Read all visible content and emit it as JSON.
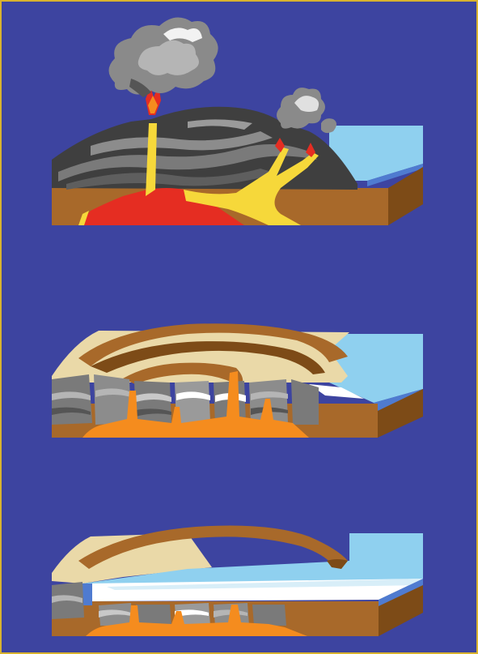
{
  "figure": {
    "panels": [
      {
        "id": "stage-1",
        "name": "volcanic-eruption-stage"
      },
      {
        "id": "stage-2",
        "name": "caldera-collapse-stage"
      },
      {
        "id": "stage-3",
        "name": "caldera-lake-stage"
      }
    ],
    "colors": {
      "background": "#3d44a0",
      "border": "#d8b22e",
      "magma_red": "#e52d22",
      "lava_yellow": "#f6d83a",
      "cooling_magma_orange": "#f58c1e",
      "rock_dark": "#3f3f3f",
      "rock_mid": "#7a7a7a",
      "rock_light": "#b5b5b5",
      "earth_brown": "#a8692a",
      "earth_dark": "#7d4b17",
      "sand": "#ead9a8",
      "water": "#8fd0ef",
      "water_deep": "#4f7bd0",
      "smoke": "#8a8a8a"
    }
  }
}
